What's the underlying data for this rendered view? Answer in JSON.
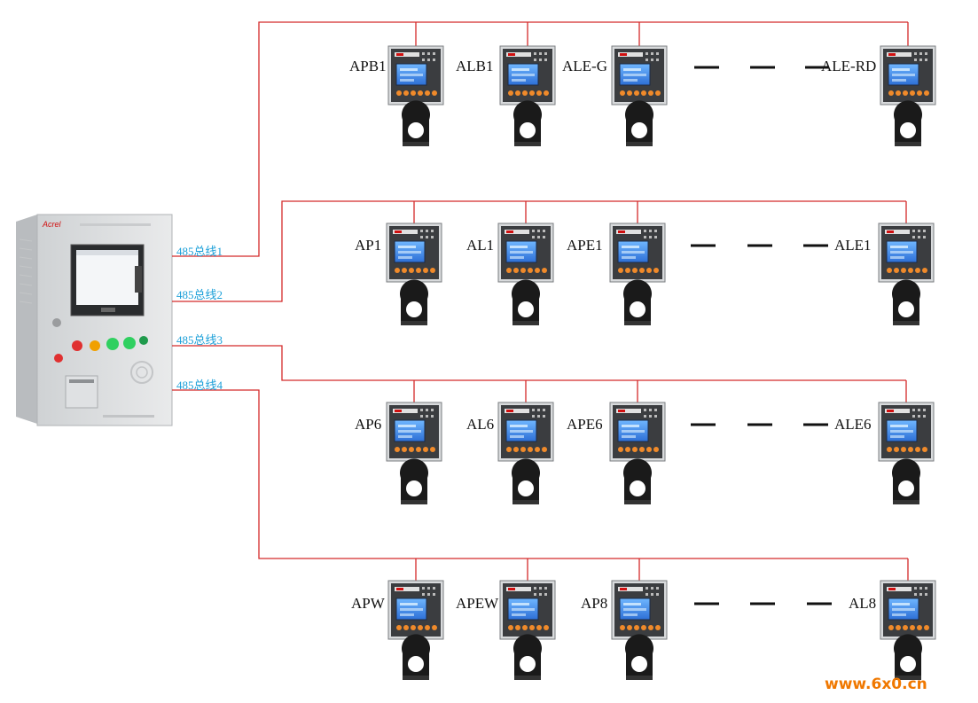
{
  "cabinet": {
    "brand": "Acrel",
    "light_colors": [
      "#e03030",
      "#f0a000",
      "#30d060",
      "#30d060",
      "#20b050"
    ]
  },
  "buses": [
    {
      "label": "485总线1",
      "devices": [
        "APB1",
        "ALB1",
        "ALE-G",
        "ALE-RD"
      ]
    },
    {
      "label": "485总线2",
      "devices": [
        "AP1",
        "AL1",
        "APE1",
        "ALE1"
      ]
    },
    {
      "label": "485总线3",
      "devices": [
        "AP6",
        "AL6",
        "APE6",
        "ALE6"
      ]
    },
    {
      "label": "485总线4",
      "devices": [
        "APW",
        "APEW",
        "AP8",
        "AL8"
      ]
    }
  ],
  "watermark": "www.6x0.cn",
  "colors": {
    "bus_wire": "#d42a2a",
    "bus_label": "#1a9fd8",
    "watermark": "#f07800"
  }
}
